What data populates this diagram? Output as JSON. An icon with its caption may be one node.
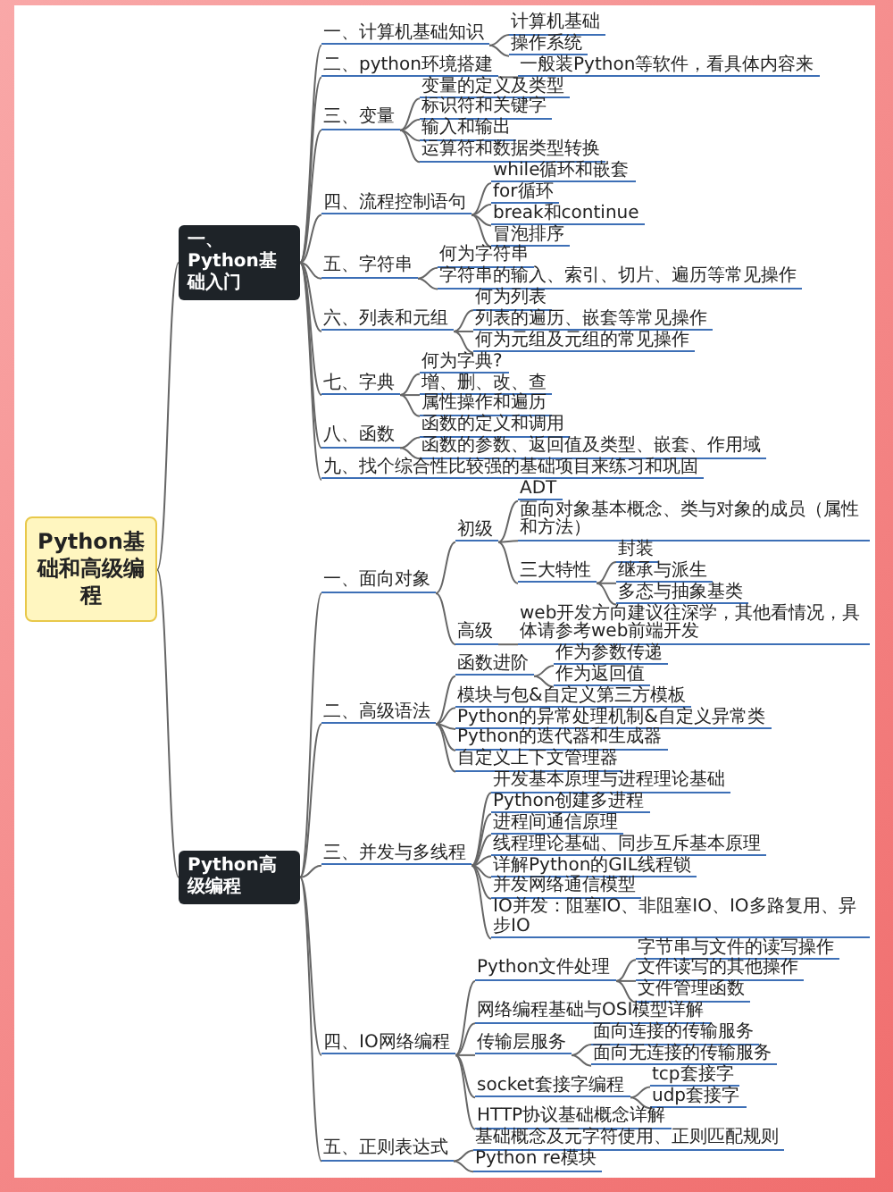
{
  "diagram": {
    "nodes": [
      {
        "text": [
          "Python基础和高级编程"
        ]
      },
      {
        "text": [
          "一、Python基础入门"
        ]
      },
      {
        "text": [
          "一、计算机基础知识"
        ]
      },
      {
        "text": [
          "计算机基础"
        ]
      },
      {
        "text": [
          "操作系统"
        ]
      },
      {
        "text": [
          "二、python环境搭建"
        ]
      },
      {
        "text": [
          "一般装Python等软件，看具体内容来"
        ]
      },
      {
        "text": [
          "三、变量"
        ]
      },
      {
        "text": [
          "变量的定义及类型"
        ]
      },
      {
        "text": [
          "标识符和关键字"
        ]
      },
      {
        "text": [
          "输入和输出"
        ]
      },
      {
        "text": [
          "运算符和数据类型转换"
        ]
      },
      {
        "text": [
          "四、流程控制语句"
        ]
      },
      {
        "text": [
          "while循环和嵌套"
        ]
      },
      {
        "text": [
          "for循环"
        ]
      },
      {
        "text": [
          "break和continue"
        ]
      },
      {
        "text": [
          "冒泡排序"
        ]
      },
      {
        "text": [
          "五、字符串"
        ]
      },
      {
        "text": [
          "何为字符串"
        ]
      },
      {
        "text": [
          "字符串的输入、索引、切片、遍历等常见操作"
        ]
      },
      {
        "text": [
          "六、列表和元组"
        ]
      },
      {
        "text": [
          "何为列表"
        ]
      },
      {
        "text": [
          "列表的遍历、嵌套等常见操作"
        ]
      },
      {
        "text": [
          "何为元组及元组的常见操作"
        ]
      },
      {
        "text": [
          "七、字典"
        ]
      },
      {
        "text": [
          "何为字典?"
        ]
      },
      {
        "text": [
          "增、删、改、查"
        ]
      },
      {
        "text": [
          "属性操作和遍历"
        ]
      },
      {
        "text": [
          "八、函数"
        ]
      },
      {
        "text": [
          "函数的定义和调用"
        ]
      },
      {
        "text": [
          "函数的参数、返回值及类型、嵌套、作用域"
        ]
      },
      {
        "text": [
          "九、找个综合性比较强的基础项目来练习和巩固"
        ]
      },
      {
        "text": [
          "Python高级编程"
        ]
      },
      {
        "text": [
          "一、面向对象"
        ]
      },
      {
        "text": [
          "初级"
        ]
      },
      {
        "text": [
          "ADT"
        ]
      },
      {
        "text": [
          "面向对象基本概念、类与对象的成员（属性和方法）"
        ]
      },
      {
        "text": [
          "三大特性"
        ]
      },
      {
        "text": [
          "封装"
        ]
      },
      {
        "text": [
          "继承与派生"
        ]
      },
      {
        "text": [
          "多态与抽象基类"
        ]
      },
      {
        "text": [
          "高级"
        ]
      },
      {
        "text": [
          "web开发方向建议往深学，其他看情况，具体请参考web前端开发"
        ]
      },
      {
        "text": [
          "二、高级语法"
        ]
      },
      {
        "text": [
          "函数进阶"
        ]
      },
      {
        "text": [
          "作为参数传递"
        ]
      },
      {
        "text": [
          "作为返回值"
        ]
      },
      {
        "text": [
          "模块与包&自定义第三方模板"
        ]
      },
      {
        "text": [
          "Python的异常处理机制&自定义异常类"
        ]
      },
      {
        "text": [
          "Python的迭代器和生成器"
        ]
      },
      {
        "text": [
          "自定义上下文管理器"
        ]
      },
      {
        "text": [
          "三、并发与多线程"
        ]
      },
      {
        "text": [
          "开发基本原理与进程理论基础"
        ]
      },
      {
        "text": [
          "Python创建多进程"
        ]
      },
      {
        "text": [
          "进程间通信原理"
        ]
      },
      {
        "text": [
          "线程理论基础、同步互斥基本原理"
        ]
      },
      {
        "text": [
          "详解Python的GIL线程锁"
        ]
      },
      {
        "text": [
          "并发网络通信模型"
        ]
      },
      {
        "text": [
          "IO并发：阻塞IO、非阻塞IO、IO多路复用、异步IO"
        ]
      },
      {
        "text": [
          "四、IO网络编程"
        ]
      },
      {
        "text": [
          "Python文件处理"
        ]
      },
      {
        "text": [
          "字节串与文件的读写操作"
        ]
      },
      {
        "text": [
          "文件读写的其他操作"
        ]
      },
      {
        "text": [
          "文件管理函数"
        ]
      },
      {
        "text": [
          "网络编程基础与OSI模型详解"
        ]
      },
      {
        "text": [
          "传输层服务"
        ]
      },
      {
        "text": [
          "面向连接的传输服务"
        ]
      },
      {
        "text": [
          "面向无连接的传输服务"
        ]
      },
      {
        "text": [
          "socket套接字编程"
        ]
      },
      {
        "text": [
          "tcp套接字"
        ]
      },
      {
        "text": [
          "udp套接字"
        ]
      },
      {
        "text": [
          "HTTP协议基础概念详解"
        ]
      },
      {
        "text": [
          "五、正则表达式"
        ]
      },
      {
        "text": [
          "基础概念及元字符使用、正则匹配规则"
        ]
      },
      {
        "text": [
          "Python re模块"
        ]
      }
    ],
    "edges": [
      {
        "from": 0,
        "to": 1,
        "arrow": "none"
      },
      {
        "from": 1,
        "to": 2,
        "arrow": "none"
      },
      {
        "from": 2,
        "to": 3,
        "arrow": "none"
      },
      {
        "from": 2,
        "to": 4,
        "arrow": "none"
      },
      {
        "from": 1,
        "to": 5,
        "arrow": "none"
      },
      {
        "from": 5,
        "to": 6,
        "arrow": "none"
      },
      {
        "from": 1,
        "to": 7,
        "arrow": "none"
      },
      {
        "from": 7,
        "to": 8,
        "arrow": "none"
      },
      {
        "from": 7,
        "to": 9,
        "arrow": "none"
      },
      {
        "from": 7,
        "to": 10,
        "arrow": "none"
      },
      {
        "from": 7,
        "to": 11,
        "arrow": "none"
      },
      {
        "from": 1,
        "to": 12,
        "arrow": "none"
      },
      {
        "from": 12,
        "to": 13,
        "arrow": "none"
      },
      {
        "from": 12,
        "to": 14,
        "arrow": "none"
      },
      {
        "from": 12,
        "to": 15,
        "arrow": "none"
      },
      {
        "from": 12,
        "to": 16,
        "arrow": "none"
      },
      {
        "from": 1,
        "to": 17,
        "arrow": "none"
      },
      {
        "from": 17,
        "to": 18,
        "arrow": "none"
      },
      {
        "from": 17,
        "to": 19,
        "arrow": "none"
      },
      {
        "from": 1,
        "to": 20,
        "arrow": "none"
      },
      {
        "from": 20,
        "to": 21,
        "arrow": "none"
      },
      {
        "from": 20,
        "to": 22,
        "arrow": "none"
      },
      {
        "from": 20,
        "to": 23,
        "arrow": "none"
      },
      {
        "from": 1,
        "to": 24,
        "arrow": "none"
      },
      {
        "from": 24,
        "to": 25,
        "arrow": "none"
      },
      {
        "from": 24,
        "to": 26,
        "arrow": "none"
      },
      {
        "from": 24,
        "to": 27,
        "arrow": "none"
      },
      {
        "from": 1,
        "to": 28,
        "arrow": "none"
      },
      {
        "from": 28,
        "to": 29,
        "arrow": "none"
      },
      {
        "from": 28,
        "to": 30,
        "arrow": "none"
      },
      {
        "from": 1,
        "to": 31,
        "arrow": "none"
      },
      {
        "from": 0,
        "to": 32,
        "arrow": "none"
      },
      {
        "from": 32,
        "to": 33,
        "arrow": "none"
      },
      {
        "from": 33,
        "to": 34,
        "arrow": "none"
      },
      {
        "from": 34,
        "to": 35,
        "arrow": "none"
      },
      {
        "from": 34,
        "to": 36,
        "arrow": "none"
      },
      {
        "from": 34,
        "to": 37,
        "arrow": "none"
      },
      {
        "from": 37,
        "to": 38,
        "arrow": "none"
      },
      {
        "from": 37,
        "to": 39,
        "arrow": "none"
      },
      {
        "from": 37,
        "to": 40,
        "arrow": "none"
      },
      {
        "from": 33,
        "to": 41,
        "arrow": "none"
      },
      {
        "from": 41,
        "to": 42,
        "arrow": "none"
      },
      {
        "from": 32,
        "to": 43,
        "arrow": "none"
      },
      {
        "from": 43,
        "to": 44,
        "arrow": "none"
      },
      {
        "from": 44,
        "to": 45,
        "arrow": "none"
      },
      {
        "from": 44,
        "to": 46,
        "arrow": "none"
      },
      {
        "from": 43,
        "to": 47,
        "arrow": "none"
      },
      {
        "from": 43,
        "to": 48,
        "arrow": "none"
      },
      {
        "from": 43,
        "to": 49,
        "arrow": "none"
      },
      {
        "from": 43,
        "to": 50,
        "arrow": "none"
      },
      {
        "from": 32,
        "to": 51,
        "arrow": "none"
      },
      {
        "from": 51,
        "to": 52,
        "arrow": "none"
      },
      {
        "from": 51,
        "to": 53,
        "arrow": "none"
      },
      {
        "from": 51,
        "to": 54,
        "arrow": "none"
      },
      {
        "from": 51,
        "to": 55,
        "arrow": "none"
      },
      {
        "from": 51,
        "to": 56,
        "arrow": "none"
      },
      {
        "from": 51,
        "to": 57,
        "arrow": "none"
      },
      {
        "from": 51,
        "to": 58,
        "arrow": "none"
      },
      {
        "from": 32,
        "to": 59,
        "arrow": "none"
      },
      {
        "from": 59,
        "to": 60,
        "arrow": "none"
      },
      {
        "from": 60,
        "to": 61,
        "arrow": "none"
      },
      {
        "from": 60,
        "to": 62,
        "arrow": "none"
      },
      {
        "from": 60,
        "to": 63,
        "arrow": "none"
      },
      {
        "from": 59,
        "to": 64,
        "arrow": "none"
      },
      {
        "from": 59,
        "to": 65,
        "arrow": "none"
      },
      {
        "from": 65,
        "to": 66,
        "arrow": "none"
      },
      {
        "from": 65,
        "to": 67,
        "arrow": "none"
      },
      {
        "from": 59,
        "to": 68,
        "arrow": "none"
      },
      {
        "from": 68,
        "to": 69,
        "arrow": "none"
      },
      {
        "from": 68,
        "to": 70,
        "arrow": "none"
      },
      {
        "from": 59,
        "to": 71,
        "arrow": "none"
      },
      {
        "from": 32,
        "to": 72,
        "arrow": "none"
      },
      {
        "from": 72,
        "to": 73,
        "arrow": "none"
      },
      {
        "from": 72,
        "to": 74,
        "arrow": "none"
      }
    ]
  }
}
